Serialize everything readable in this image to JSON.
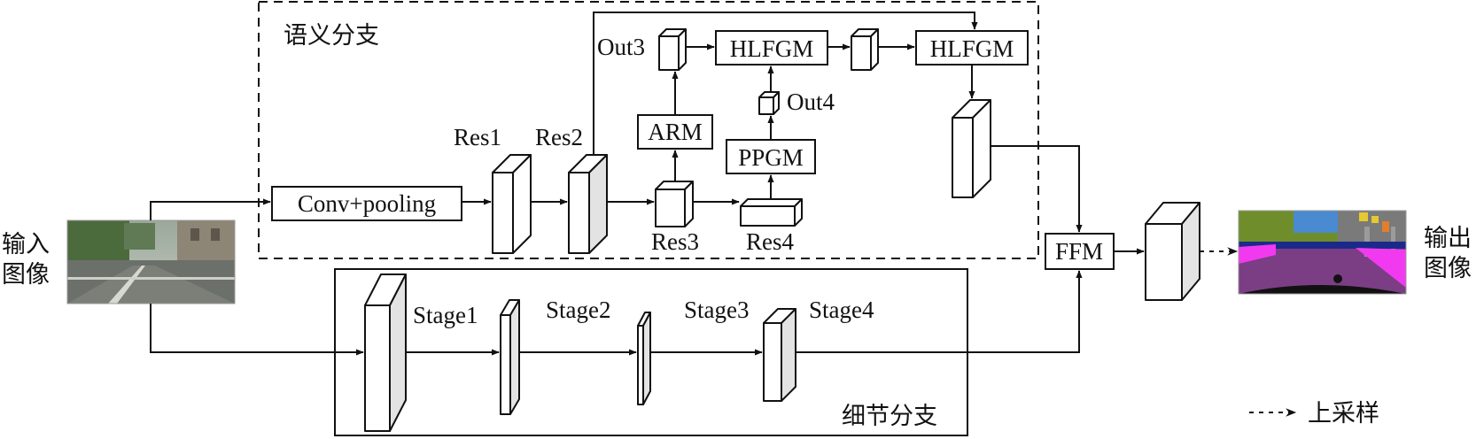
{
  "input": {
    "label_line1": "输入",
    "label_line2": "图像"
  },
  "output": {
    "label_line1": "输出",
    "label_line2": "图像"
  },
  "semantic_branch": {
    "title": "语义分支",
    "conv_pool": "Conv+pooling",
    "res1": "Res1",
    "res2": "Res2",
    "res3": "Res3",
    "res4": "Res4",
    "arm": "ARM",
    "ppgm": "PPGM",
    "out3": "Out3",
    "out4": "Out4",
    "hlfgm_1": "HLFGM",
    "hlfgm_2": "HLFGM"
  },
  "detail_branch": {
    "title": "细节分支",
    "stage1": "Stage1",
    "stage2": "Stage2",
    "stage3": "Stage3",
    "stage4": "Stage4"
  },
  "ffm": "FFM",
  "legend": {
    "upsample": "上采样"
  }
}
